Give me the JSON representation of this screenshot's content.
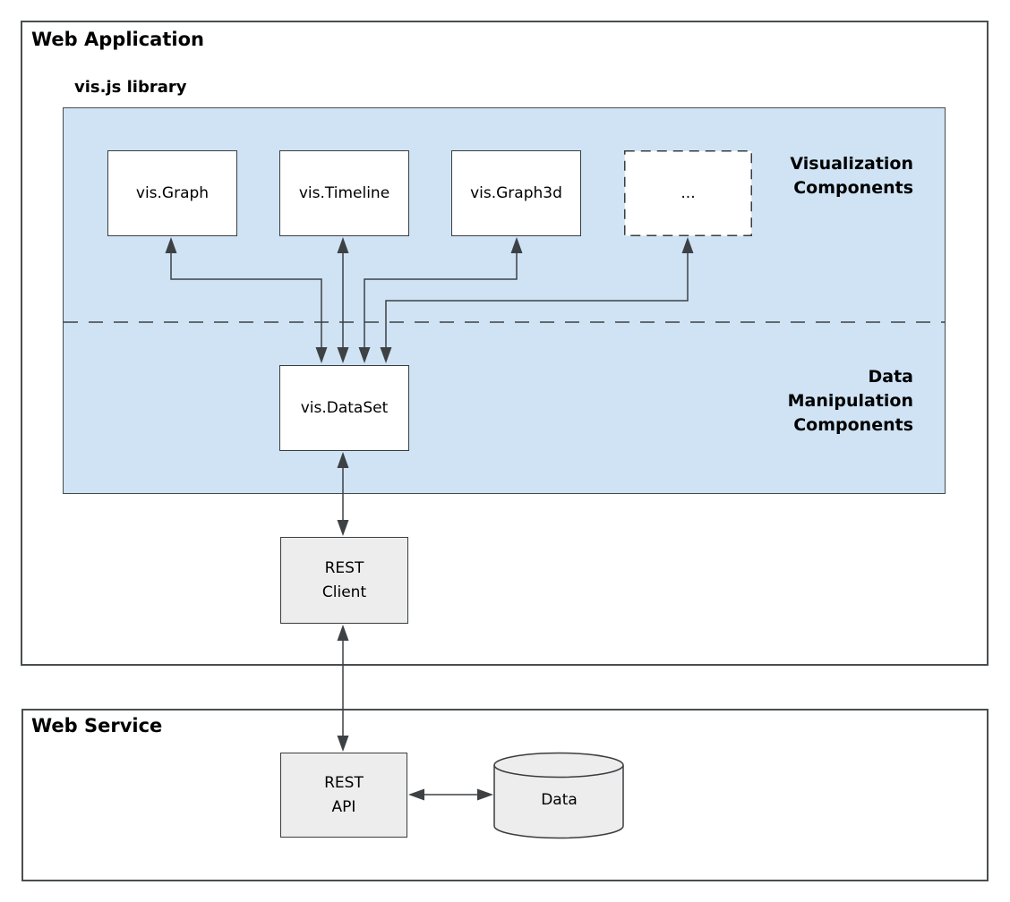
{
  "diagram": {
    "web_application": {
      "title": "Web Application",
      "vis_library": {
        "label": "vis.js library",
        "visualization_section": {
          "label": "Visualization\nComponents",
          "components": [
            {
              "label": "vis.Graph"
            },
            {
              "label": "vis.Timeline"
            },
            {
              "label": "vis.Graph3d"
            },
            {
              "label": "..."
            }
          ]
        },
        "data_section": {
          "label": "Data\nManipulation\nComponents",
          "components": [
            {
              "label": "vis.DataSet"
            }
          ]
        }
      },
      "rest_client": {
        "label": "REST\nClient"
      }
    },
    "web_service": {
      "title": "Web Service",
      "rest_api": {
        "label": "REST\nAPI"
      },
      "data_store": {
        "label": "Data"
      }
    },
    "connections": [
      {
        "from": "vis.Graph",
        "to": "vis.DataSet",
        "style": "bidirectional-elbow"
      },
      {
        "from": "vis.Timeline",
        "to": "vis.DataSet",
        "style": "bidirectional-straight"
      },
      {
        "from": "vis.Graph3d",
        "to": "vis.DataSet",
        "style": "bidirectional-elbow"
      },
      {
        "from": "...",
        "to": "vis.DataSet",
        "style": "bidirectional-elbow"
      },
      {
        "from": "vis.DataSet",
        "to": "REST Client",
        "style": "bidirectional-straight"
      },
      {
        "from": "REST Client",
        "to": "REST API",
        "style": "bidirectional-straight"
      },
      {
        "from": "REST API",
        "to": "Data",
        "style": "bidirectional-straight"
      }
    ],
    "colors": {
      "panel_fill": "#cfe3f4",
      "component_fill": "#ffffff",
      "service_fill": "#ededed",
      "line": "#3d4144",
      "border": "#45494c"
    }
  }
}
